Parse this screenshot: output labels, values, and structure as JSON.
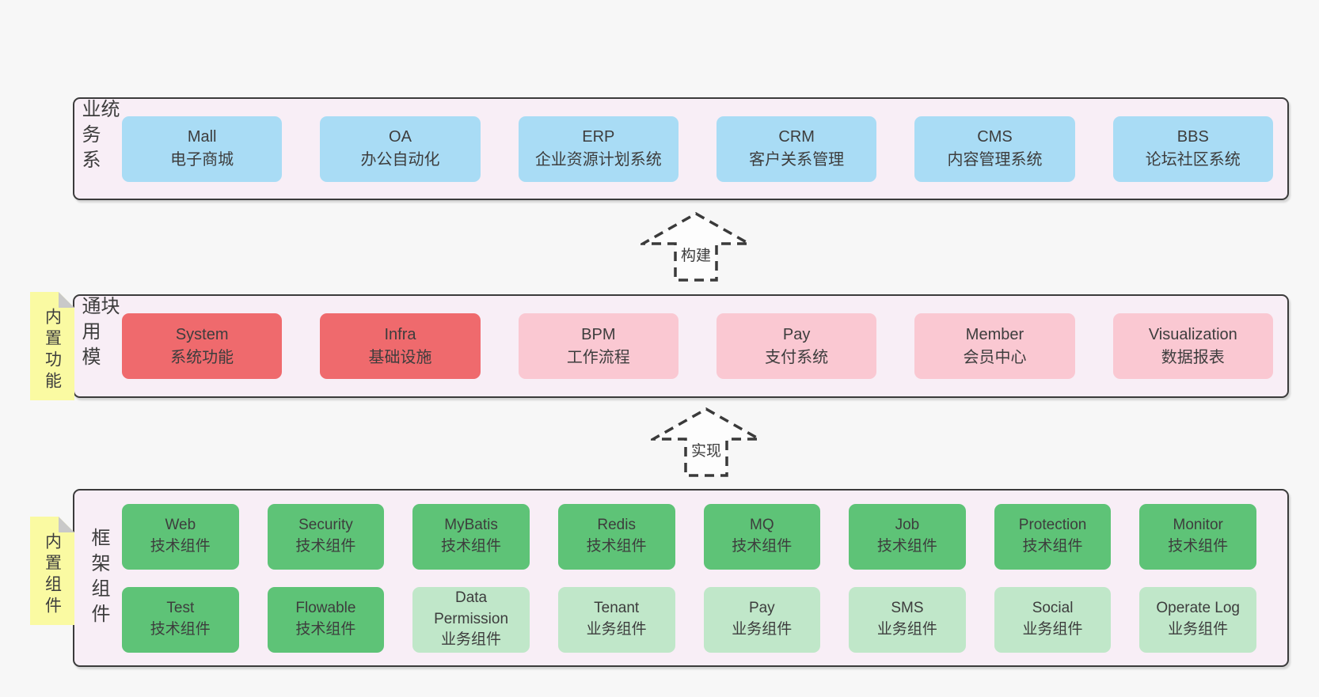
{
  "colors": {
    "pageBg": "#f7f7f7",
    "layerBg": "#f8eef6",
    "layerBorder": "#3b3b3b",
    "text": "#3d3d3d",
    "blue": "#a9dcf5",
    "red": "#ef6a6d",
    "pink": "#fac8d2",
    "green": "#5ec377",
    "lightGreen": "#c0e7c9",
    "noteYellow": "#fafaa2",
    "noteFold": "#c9c9c9",
    "arrowStroke": "#3a3a3a",
    "arrowFill": "#fdfdfd"
  },
  "layers": [
    {
      "id": "business-systems",
      "label": "业务系统",
      "note": null,
      "rows": [
        [
          {
            "name": "Mall",
            "desc": "电子商城",
            "variant": "blue"
          },
          {
            "name": "OA",
            "desc": "办公自动化",
            "variant": "blue"
          },
          {
            "name": "ERP",
            "desc": "企业资源计划系统",
            "variant": "blue"
          },
          {
            "name": "CRM",
            "desc": "客户关系管理",
            "variant": "blue"
          },
          {
            "name": "CMS",
            "desc": "内容管理系统",
            "variant": "blue"
          },
          {
            "name": "BBS",
            "desc": "论坛社区系统",
            "variant": "blue"
          }
        ]
      ]
    },
    {
      "id": "common-modules",
      "label": "通用模块",
      "note": "内置功能",
      "rows": [
        [
          {
            "name": "System",
            "desc": "系统功能",
            "variant": "red"
          },
          {
            "name": "Infra",
            "desc": "基础设施",
            "variant": "red"
          },
          {
            "name": "BPM",
            "desc": "工作流程",
            "variant": "pink"
          },
          {
            "name": "Pay",
            "desc": "支付系统",
            "variant": "pink"
          },
          {
            "name": "Member",
            "desc": "会员中心",
            "variant": "pink"
          },
          {
            "name": "Visualization",
            "desc": "数据报表",
            "variant": "pink"
          }
        ]
      ]
    },
    {
      "id": "framework-components",
      "label": "框架组件",
      "note": "内置组件",
      "rows": [
        [
          {
            "name": "Web",
            "desc": "技术组件",
            "variant": "green"
          },
          {
            "name": "Security",
            "desc": "技术组件",
            "variant": "green"
          },
          {
            "name": "MyBatis",
            "desc": "技术组件",
            "variant": "green"
          },
          {
            "name": "Redis",
            "desc": "技术组件",
            "variant": "green"
          },
          {
            "name": "MQ",
            "desc": "技术组件",
            "variant": "green"
          },
          {
            "name": "Job",
            "desc": "技术组件",
            "variant": "green"
          },
          {
            "name": "Protection",
            "desc": "技术组件",
            "variant": "green"
          },
          {
            "name": "Monitor",
            "desc": "技术组件",
            "variant": "green"
          }
        ],
        [
          {
            "name": "Test",
            "desc": "技术组件",
            "variant": "green"
          },
          {
            "name": "Flowable",
            "desc": "技术组件",
            "variant": "green"
          },
          {
            "name": "Data Permission",
            "desc": "业务组件",
            "variant": "lightGreen"
          },
          {
            "name": "Tenant",
            "desc": "业务组件",
            "variant": "lightGreen"
          },
          {
            "name": "Pay",
            "desc": "业务组件",
            "variant": "lightGreen"
          },
          {
            "name": "SMS",
            "desc": "业务组件",
            "variant": "lightGreen"
          },
          {
            "name": "Social",
            "desc": "业务组件",
            "variant": "lightGreen"
          },
          {
            "name": "Operate Log",
            "desc": "业务组件",
            "variant": "lightGreen"
          }
        ]
      ]
    }
  ],
  "arrows": [
    {
      "label": "构建"
    },
    {
      "label": "实现"
    }
  ]
}
